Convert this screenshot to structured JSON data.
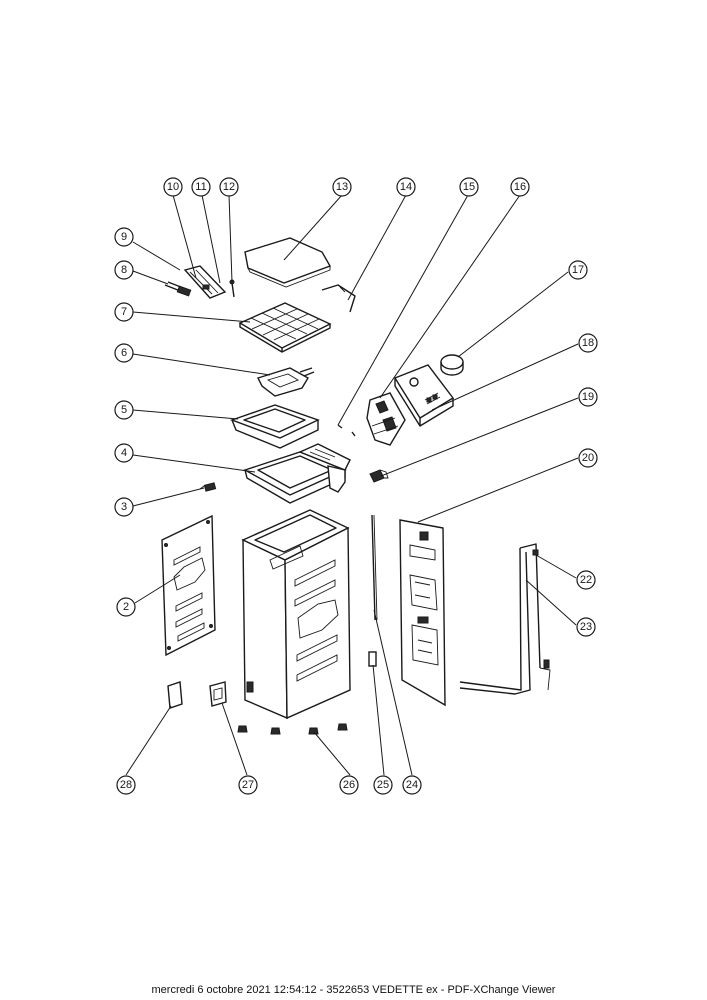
{
  "footer": {
    "text": "mercredi 6 octobre 2021 12:54:12 - 3522653 VEDETTE ex - PDF-XChange Viewer"
  },
  "callouts": {
    "c2": "2",
    "c3": "3",
    "c4": "4",
    "c5": "5",
    "c6": "6",
    "c7": "7",
    "c8": "8",
    "c9": "9",
    "c10": "10",
    "c11": "11",
    "c12": "12",
    "c13": "13",
    "c14": "14",
    "c15": "15",
    "c16": "16",
    "c17": "17",
    "c18": "18",
    "c19": "19",
    "c20": "20",
    "c22": "22",
    "c23": "23",
    "c24": "24",
    "c25": "25",
    "c26": "26",
    "c27": "27",
    "c28": "28"
  }
}
